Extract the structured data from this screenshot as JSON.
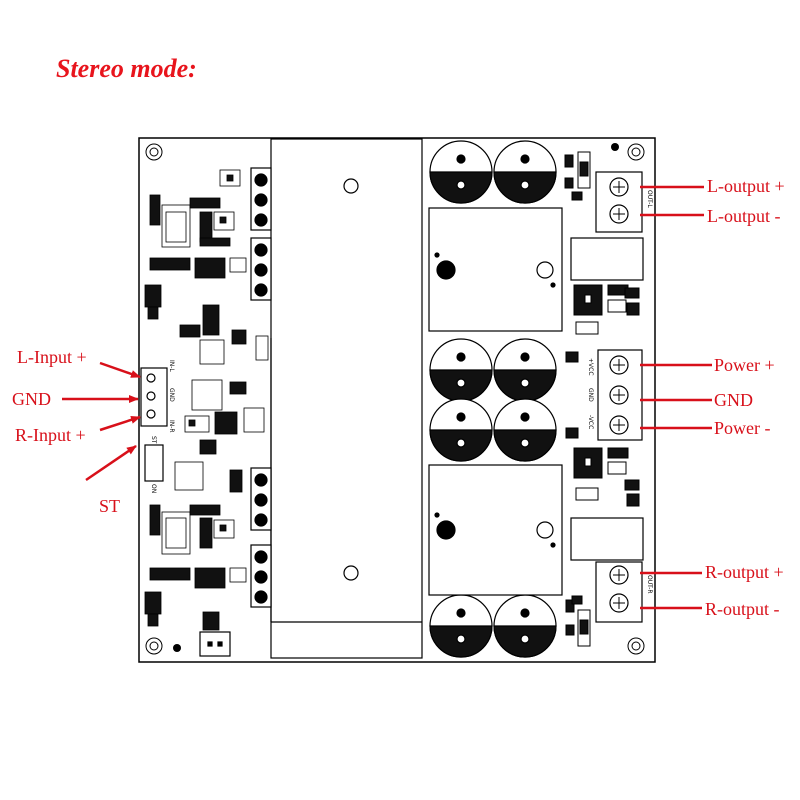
{
  "title": "Stereo mode:",
  "colors": {
    "label": "#d8101a",
    "title": "#e8141c",
    "arrow": "#d8101a",
    "board_line": "#000000"
  },
  "left_labels": {
    "l_input": "L-Input +",
    "gnd": "GND",
    "r_input": "R-Input +",
    "st": "ST"
  },
  "right_labels": {
    "l_out_pos": "L-output +",
    "l_out_neg": "L-output  -",
    "power_pos": "Power +",
    "gnd": "GND",
    "power_neg": "Power -",
    "r_out_pos": "R-output +",
    "r_out_neg": "R-output -"
  },
  "silkscreen": {
    "in_l": "IN-L",
    "gnd": "GND",
    "in_r": "IN-R",
    "st": "ST",
    "on": "ON",
    "out_l": "OUT-L",
    "vcc_pos": "+VCC",
    "vcc_gnd": "GND",
    "vcc_neg": "-VCC",
    "out_r": "OUT-R"
  },
  "icons": [
    "arrow-icon",
    "screw-terminal-icon",
    "capacitor-icon",
    "mounting-hole-icon",
    "heatsink-icon"
  ]
}
